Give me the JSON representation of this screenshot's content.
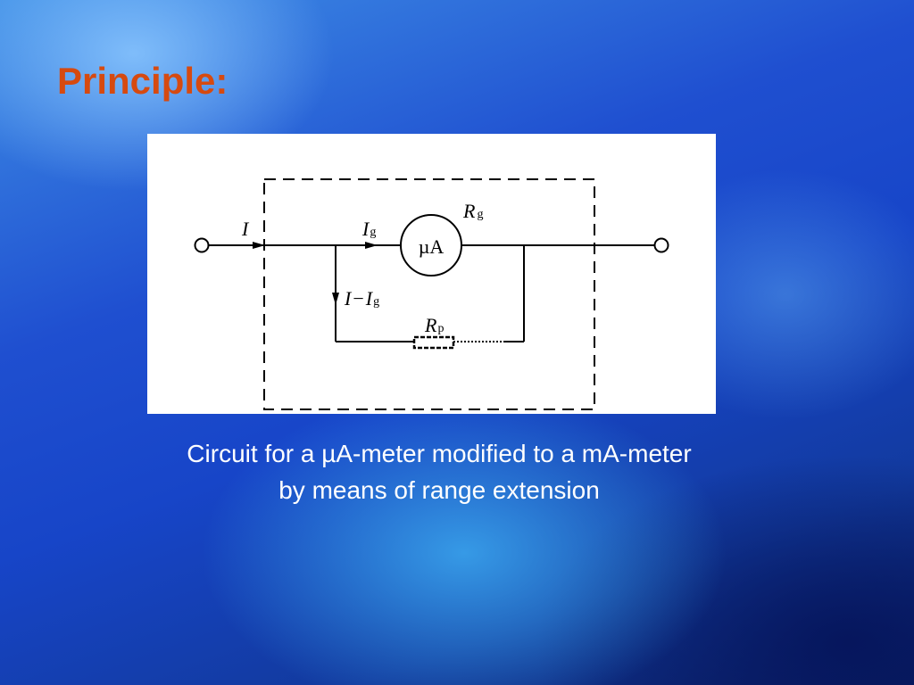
{
  "slide": {
    "title": "Principle:",
    "caption_line1": "Circuit for a µA-meter modified to a mA-meter",
    "caption_line2": "by means of range extension"
  },
  "diagram": {
    "meter_symbol": "µA",
    "label_I_main": "I",
    "label_Ig_main": "I",
    "label_Ig_sub": "g",
    "label_branch_I": "I",
    "label_branch_minus": "−",
    "label_branch_Ig": "I",
    "label_branch_sub": "g",
    "label_Rg_main": "R",
    "label_Rg_sub": "g",
    "label_Rp_main": "R",
    "label_Rp_sub": "p"
  },
  "colors": {
    "title": "#d64a10",
    "caption": "#ffffff",
    "figure_bg": "#ffffff"
  }
}
